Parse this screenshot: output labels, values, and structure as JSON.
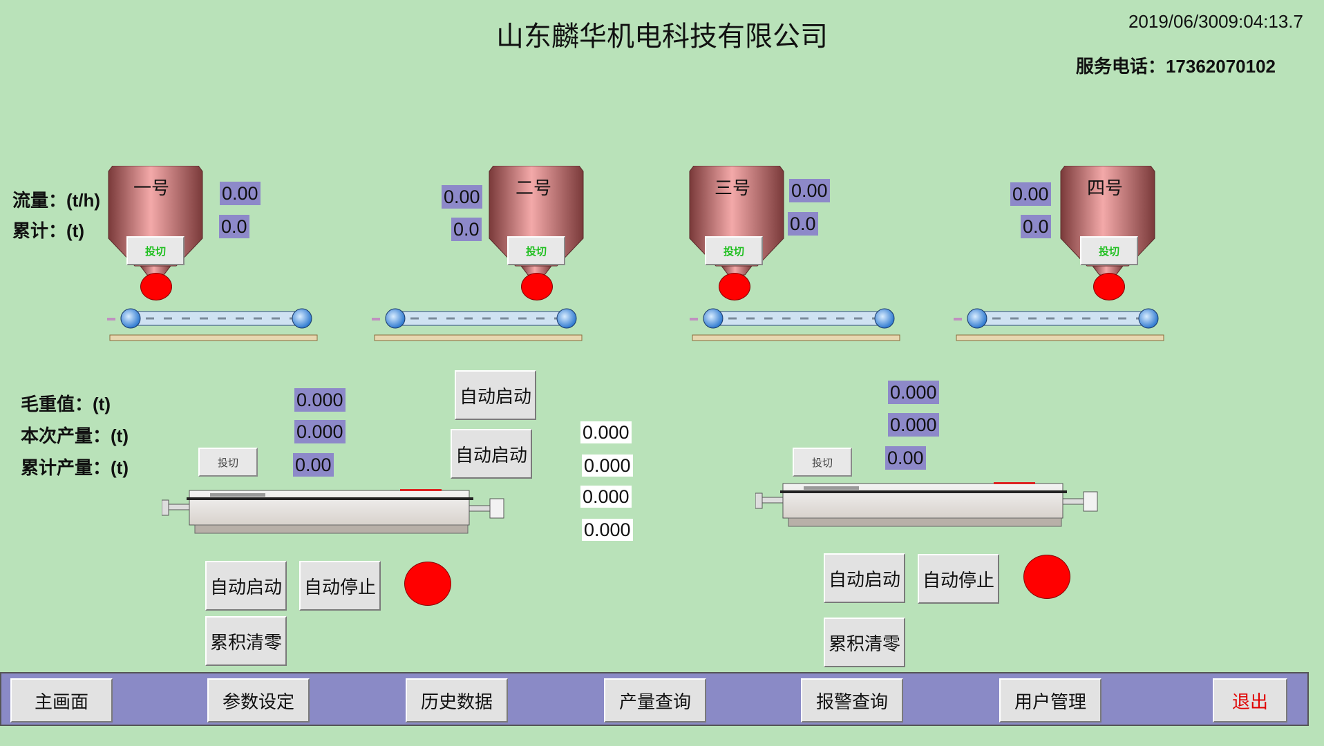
{
  "header": {
    "title": "山东麟华机电科技有限公司",
    "datetime": "2019/06/3009:04:13.7",
    "service_label": "服务电话：",
    "service_number": "17362070102"
  },
  "feeder_labels": {
    "flow": "流量：(t/h)",
    "total": "累计：(t)"
  },
  "hoppers": [
    {
      "name": "一号",
      "flow": "0.00",
      "total": "0.0",
      "switch": "投切"
    },
    {
      "name": "二号",
      "flow": "0.00",
      "total": "0.0",
      "switch": "投切"
    },
    {
      "name": "三号",
      "flow": "0.00",
      "total": "0.0",
      "switch": "投切"
    },
    {
      "name": "四号",
      "flow": "0.00",
      "total": "0.0",
      "switch": "投切"
    }
  ],
  "scale_labels": {
    "gross": "毛重值：(t)",
    "current": "本次产量：(t)",
    "cumulative": "累计产量：(t)"
  },
  "scale_left": {
    "gross": "0.000",
    "current": "0.000",
    "cumulative": "0.00",
    "switch": "投切",
    "start": "自动启动",
    "stop": "自动停止",
    "clear": "累积清零"
  },
  "scale_right": {
    "gross": "0.000",
    "current": "0.000",
    "cumulative": "0.00",
    "switch": "投切",
    "start": "自动启动",
    "stop": "自动停止",
    "clear": "累积清零"
  },
  "center": {
    "start1": "自动启动",
    "start2": "自动启动",
    "values": [
      "0.000",
      "0.000",
      "0.000",
      "0.000"
    ]
  },
  "nav": [
    {
      "label": "主画面"
    },
    {
      "label": "参数设定"
    },
    {
      "label": "历史数据"
    },
    {
      "label": "产量查询"
    },
    {
      "label": "报警查询"
    },
    {
      "label": "用户管理"
    },
    {
      "label": "退出"
    }
  ],
  "colors": {
    "background": "#b9e2b9",
    "value_box": "#8d89c9",
    "indicator": "#ff0000",
    "navbar": "#8a8ac6"
  }
}
